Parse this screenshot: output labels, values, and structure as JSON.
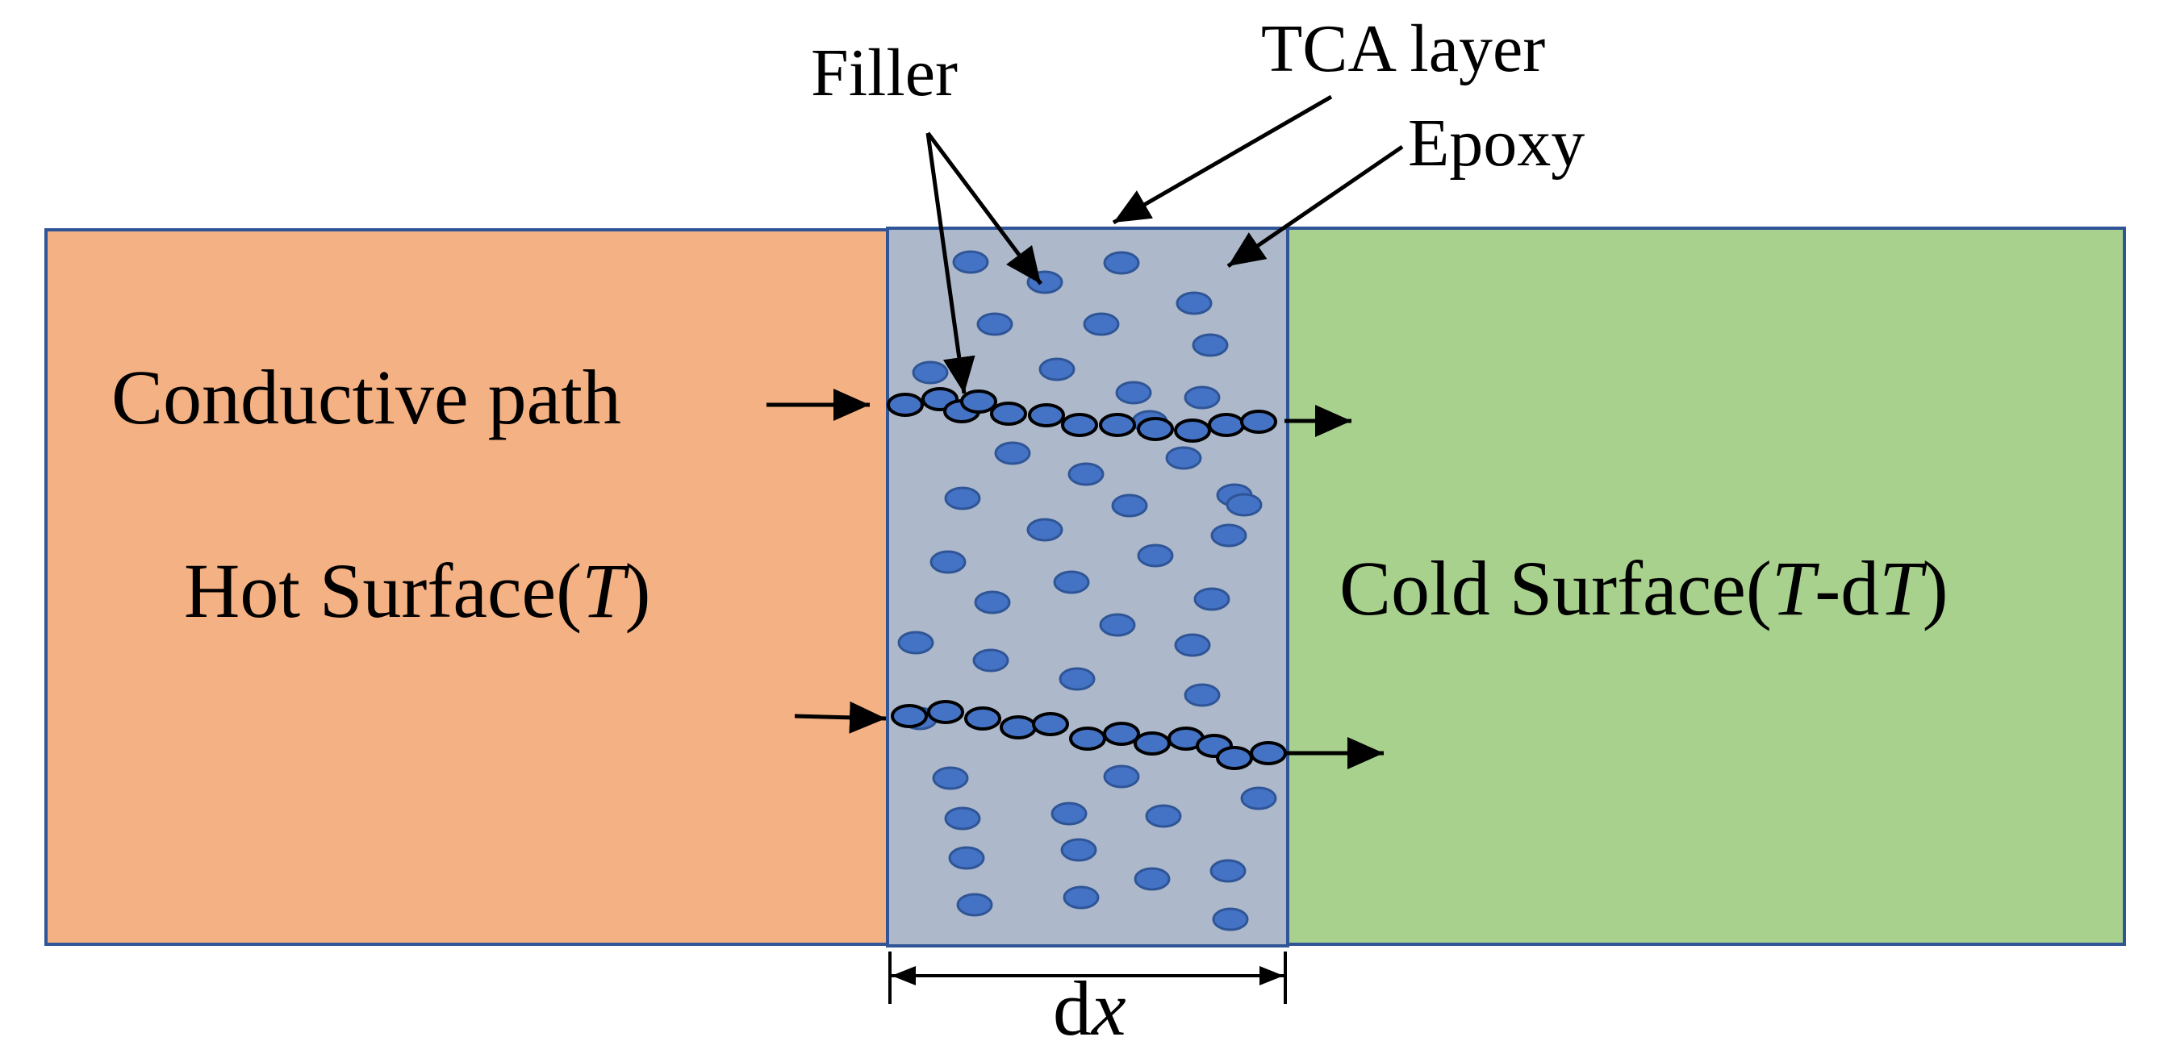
{
  "labels": {
    "filler": "Filler",
    "tca_layer": "TCA layer",
    "epoxy": "Epoxy",
    "conductive_path": "Conductive path",
    "hot_surface_prefix": "Hot Surface(",
    "hot_surface_var": "T",
    "hot_surface_suffix": ")",
    "cold_surface_prefix": "Cold Surface(",
    "cold_surface_var1": "T",
    "cold_surface_mid": "-d",
    "cold_surface_var2": "T",
    "cold_surface_suffix": ")",
    "dx_prefix": "d",
    "dx_var": "x"
  },
  "colors": {
    "hot_surface": "#F4B183",
    "cold_surface": "#A9D18E",
    "tca_layer": "#ADB9CA",
    "border": "#2F5597",
    "filler_particle": "#4472C4",
    "filler_outline": "#2F5597",
    "path_particle_outline": "#000000",
    "arrow": "#000000"
  },
  "icons": {
    "arrow": "arrow-right"
  }
}
